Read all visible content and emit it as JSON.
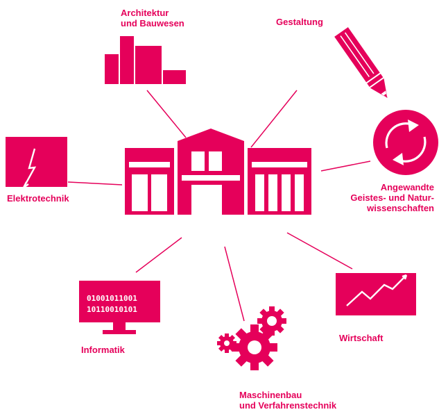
{
  "accent_color": "#e5005a",
  "center": {
    "icon": "university-building-icon"
  },
  "faculties": {
    "architektur": {
      "line1": "Architektur",
      "line2": "und Bauwesen",
      "icon": "bar-chart-building-icon"
    },
    "gestaltung": {
      "label": "Gestaltung",
      "icon": "pencil-icon"
    },
    "angewandte": {
      "line1": "Angewandte",
      "line2": "Geistes- und Natur-",
      "line3": "wissenschaften",
      "icon": "recycle-arrows-icon"
    },
    "elektrotechnik": {
      "label": "Elektrotechnik",
      "icon": "lightning-bolt-icon"
    },
    "informatik": {
      "label": "Informatik",
      "icon": "monitor-icon",
      "screen_line1": "01001011001",
      "screen_line2": "10110010101"
    },
    "maschinenbau": {
      "line1": "Maschinenbau",
      "line2": "und Verfahrenstechnik",
      "icon": "gears-icon"
    },
    "wirtschaft": {
      "label": "Wirtschaft",
      "icon": "trend-chart-icon"
    }
  }
}
